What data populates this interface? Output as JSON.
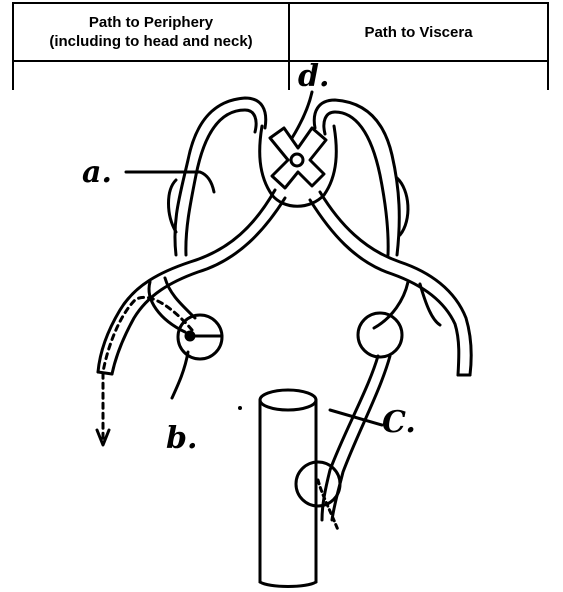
{
  "table": {
    "col_left_header": "Path to Periphery\n(including to head and neck)",
    "col_right_header": "Path to Viscera"
  },
  "labels": {
    "a": "a.",
    "b": "b.",
    "c": "C.",
    "d": "d."
  },
  "colors": {
    "ink": "#000000",
    "background": "#ffffff"
  }
}
